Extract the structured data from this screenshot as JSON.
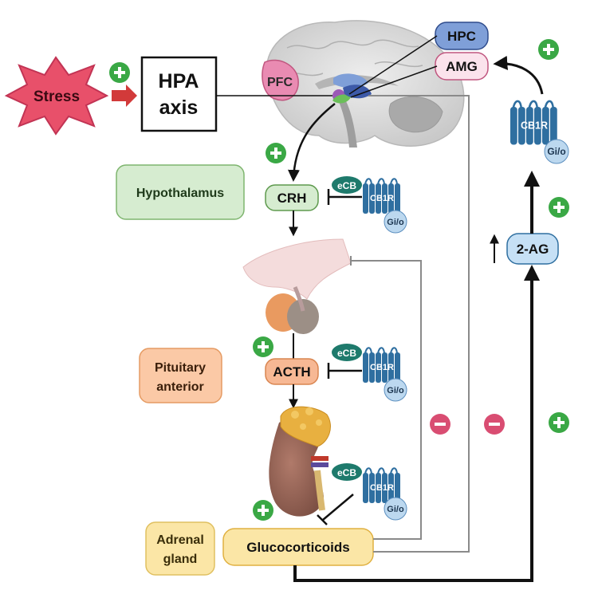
{
  "labels": {
    "stress": "Stress",
    "hpa_line1": "HPA",
    "hpa_line2": "axis",
    "pfc": "PFC",
    "hpc": "HPC",
    "amg": "AMG",
    "hypothalamus": "Hypothalamus",
    "crh": "CRH",
    "pituitary_line1": "Pituitary",
    "pituitary_line2": "anterior",
    "acth": "ACTH",
    "adrenal_line1": "Adrenal",
    "adrenal_line2": "gland",
    "glucocorticoids": "Glucocorticoids",
    "two_ag": "2-AG",
    "ecb": "eCB",
    "cb1r": "CB1R",
    "gio": "Gi/o"
  },
  "colors": {
    "stress_fill": "#e8506a",
    "plus_green": "#3aa845",
    "minus_pink": "#d94d72",
    "receptor_blue": "#2f6fa0",
    "ecb_teal": "#1e7a6c",
    "gio_blue": "#bcd8ef",
    "hypothalamus_box": "#d6ecd0",
    "pituitary_box": "#fbc9a6",
    "adrenal_box": "#fbe6a6",
    "crh_box": "#d6ecd0",
    "acth_box": "#f7b894",
    "twoag_box": "#c6e0f5",
    "hpc_box": "#7f9fd8",
    "amg_box": "#fbe3ec",
    "pfc_fill": "#e98bb2"
  }
}
